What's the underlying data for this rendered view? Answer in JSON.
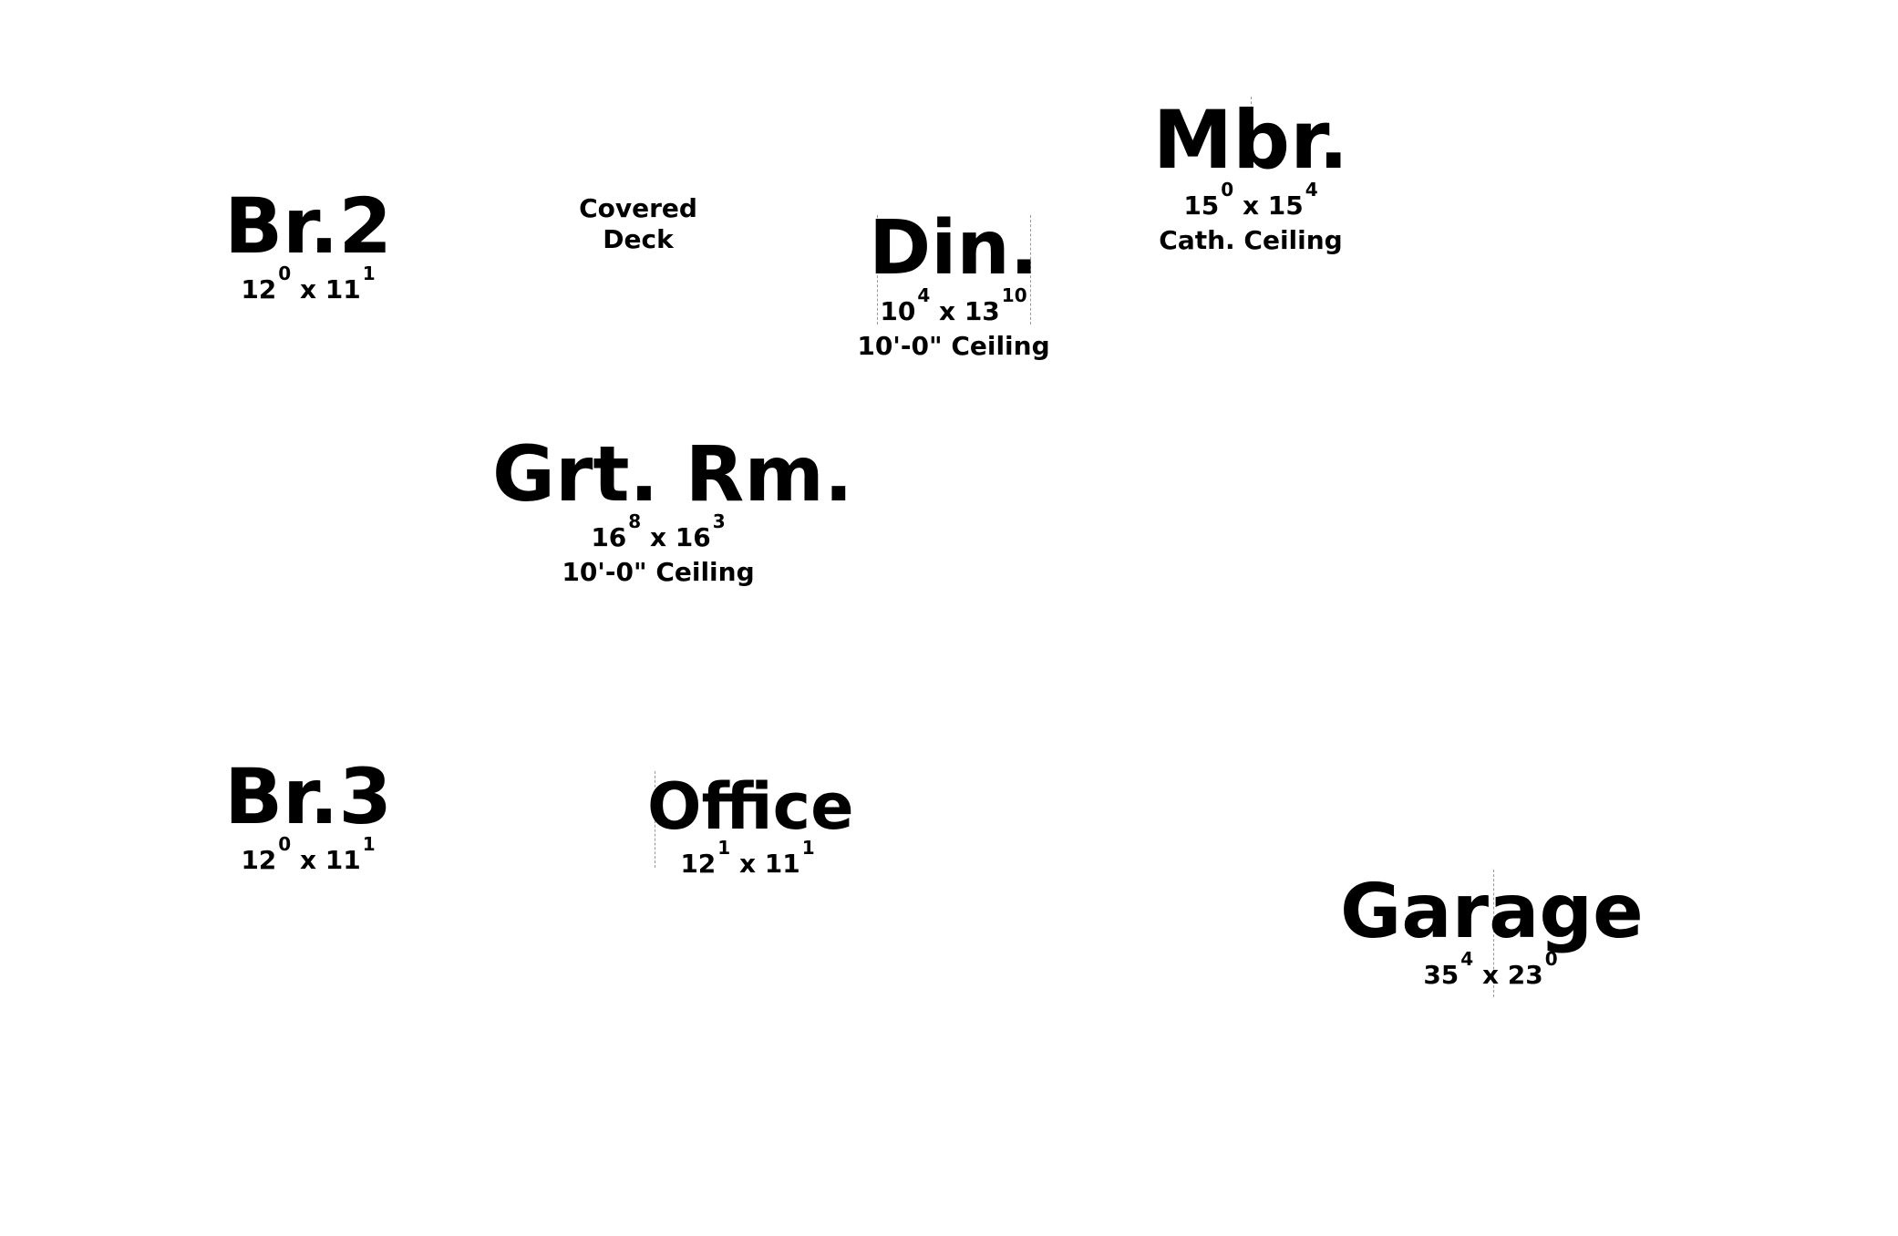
{
  "plan": {
    "br2": {
      "name": "Br.2",
      "w": "12",
      "wi": "0",
      "d": "11",
      "di": "1"
    },
    "deck": {
      "line1": "Covered",
      "line2": "Deck"
    },
    "din": {
      "name": "Din.",
      "w": "10",
      "wi": "4",
      "d": "13",
      "di": "10",
      "note": "10'-0\" Ceiling"
    },
    "mbr": {
      "name": "Mbr.",
      "w": "15",
      "wi": "0",
      "d": "15",
      "di": "4",
      "note": "Cath. Ceiling"
    },
    "grt": {
      "name": "Grt. Rm.",
      "w": "16",
      "wi": "8",
      "d": "16",
      "di": "3",
      "note": "10'-0\" Ceiling"
    },
    "br3": {
      "name": "Br.3",
      "w": "12",
      "wi": "0",
      "d": "11",
      "di": "1"
    },
    "office": {
      "name": "Office",
      "w": "12",
      "wi": "1",
      "d": "11",
      "di": "1"
    },
    "garage": {
      "name": "Garage",
      "w": "35",
      "wi": "4",
      "d": "23",
      "di": "0"
    }
  }
}
